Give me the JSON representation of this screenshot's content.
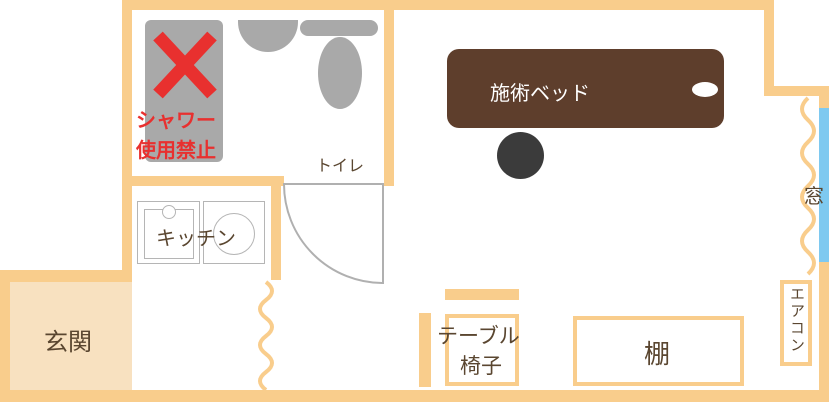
{
  "floorplan": {
    "rooms": {
      "entrance": "玄関",
      "kitchen": "キッチン",
      "toilet": "トイレ",
      "window": "窓",
      "aircon": "エアコン",
      "shelf": "棚",
      "table": "テーブル",
      "chair": "椅子",
      "treatment_bed": "施術ベッド"
    },
    "notice": {
      "line1": "シャワー",
      "line2": "使用禁止"
    }
  },
  "colors": {
    "wall": "#f9cd8c",
    "entrance_floor": "#f8e1c0",
    "bed": "#5e3e2c",
    "stool": "#3b3b3b",
    "fixture_gray": "#a9a9a9",
    "prohibit_red": "#e8302f",
    "window_blue": "#7ec9f0",
    "text": "#5a4630"
  }
}
